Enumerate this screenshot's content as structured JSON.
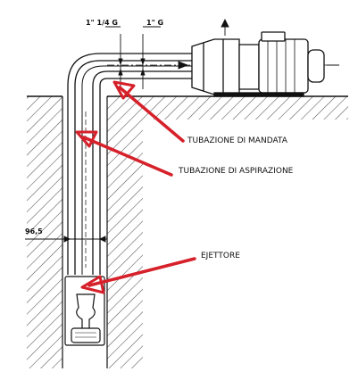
{
  "dimensions": {
    "discharge_size": "1\" 1/4 G",
    "suction_size": "1\" G",
    "bore_width": "96,5"
  },
  "callouts": {
    "mandata": "TUBAZIONE DI MANDATA",
    "aspirazione": "TUBAZIONE DI ASPIRAZIONE",
    "ejettore": "EJETTORE"
  },
  "colors": {
    "line": "#111111",
    "arrow": "#d6202a",
    "ground_hatch": "#333333"
  }
}
